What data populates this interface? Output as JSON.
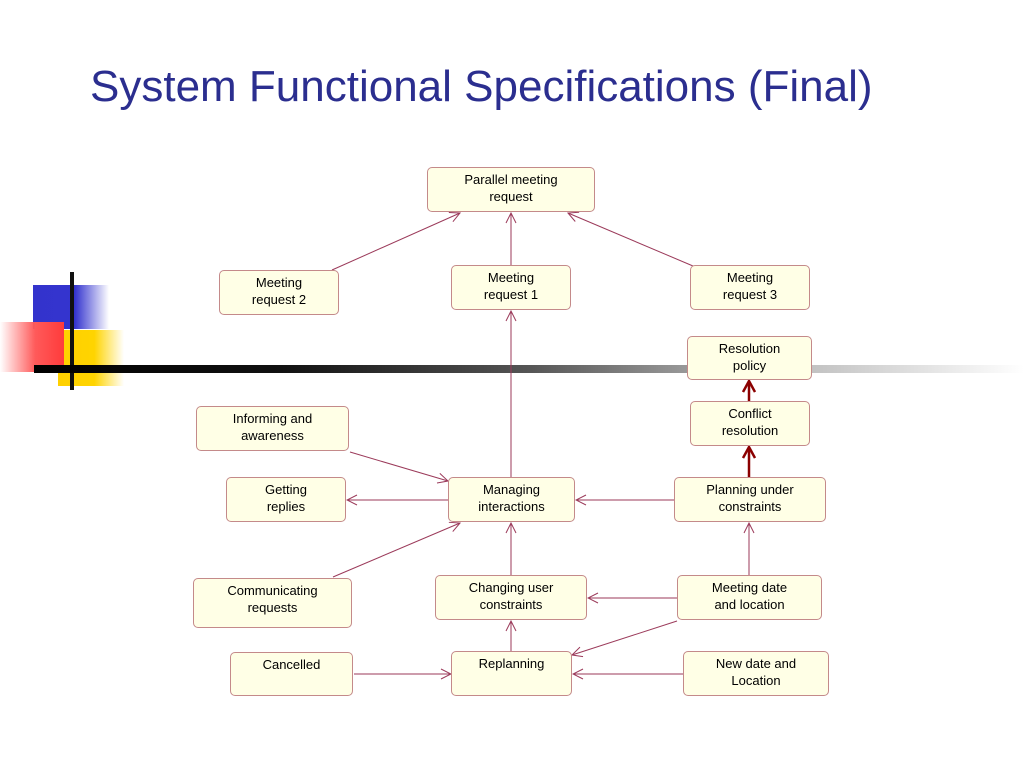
{
  "title": "System Functional Specifications (Final)",
  "colors": {
    "title": "#2b2e8f",
    "node_fill": "#ffffe6",
    "node_border": "#c48a8a",
    "edge": "#9b3a5a",
    "edge_emphasis": "#8b0000"
  },
  "nodes": {
    "parallel": "Parallel meeting\nrequest",
    "req2": "Meeting\nrequest 2",
    "req1": "Meeting\nrequest 1",
    "req3": "Meeting\nrequest 3",
    "policy": "Resolution\npolicy",
    "conflict": "Conflict\nresolution",
    "informing": "Informing and\nawareness",
    "replies": "Getting\nreplies",
    "managing": "Managing\ninteractions",
    "planning": "Planning under\nconstraints",
    "communicating": "Communicating\nrequests",
    "changing": "Changing user\nconstraints",
    "datelocation": "Meeting date\nand location",
    "cancelled": "Cancelled",
    "replanning": "Replanning",
    "newdate": "New date and\nLocation"
  }
}
